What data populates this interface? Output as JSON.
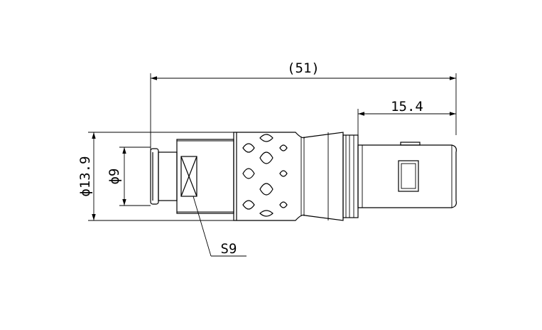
{
  "dimensions": {
    "overall_length": "(51)",
    "plug_length": "15.4",
    "outer_diameter": "ϕ13.9",
    "cable_diameter": "ϕ9",
    "wrench_size": "S9"
  },
  "colors": {
    "line": "#000000",
    "background": "#ffffff"
  }
}
